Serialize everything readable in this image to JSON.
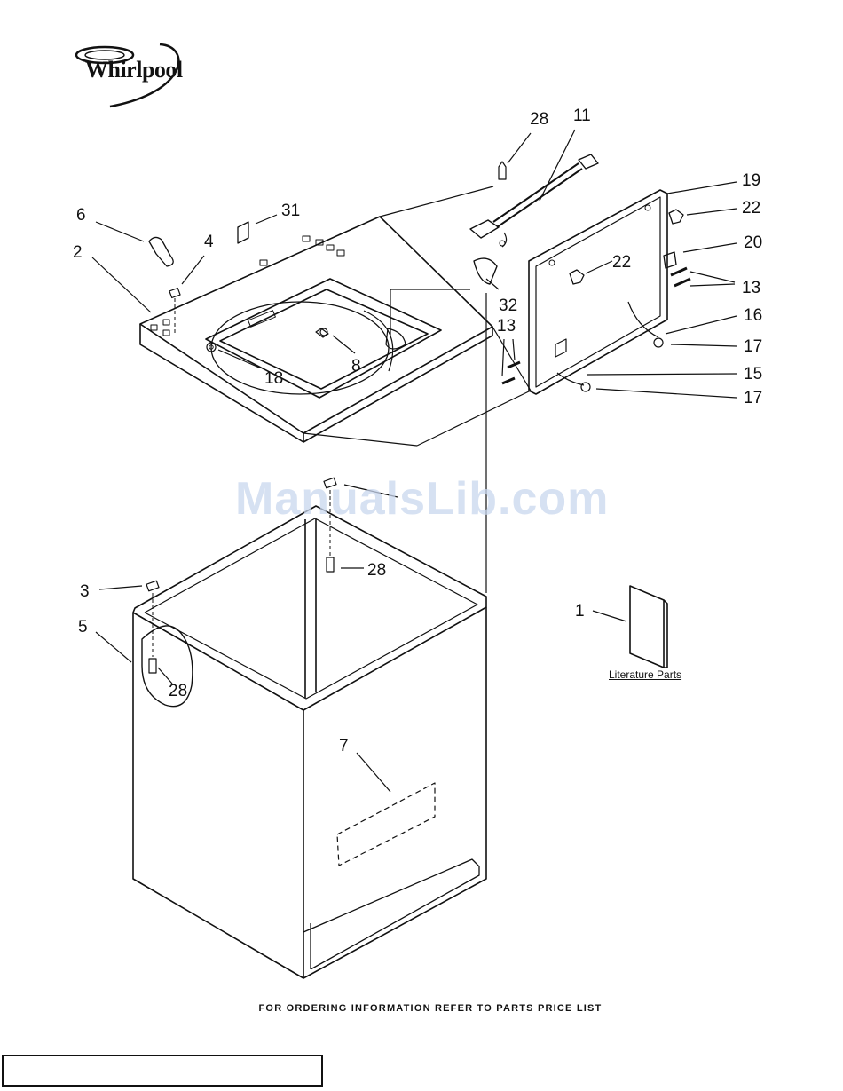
{
  "brand": {
    "name": "Whirlpool"
  },
  "watermark": "ManualsLib.com",
  "literature_label": "Literature Parts",
  "footer_note": "FOR ORDERING INFORMATION REFER TO PARTS PRICE LIST",
  "callouts": {
    "c28_top": "28",
    "c11": "11",
    "c19": "19",
    "c22_right": "22",
    "c20": "20",
    "c22_left": "22",
    "c13_right": "13",
    "c16": "16",
    "c17_top": "17",
    "c15": "15",
    "c17_bottom": "17",
    "c6": "6",
    "c31": "31",
    "c4": "4",
    "c2": "2",
    "c32": "32",
    "c13_left": "13",
    "c8": "8",
    "c18": "18",
    "c28_mid": "28",
    "c3": "3",
    "c5": "5",
    "c28_low": "28",
    "c7": "7",
    "c1": "1"
  }
}
